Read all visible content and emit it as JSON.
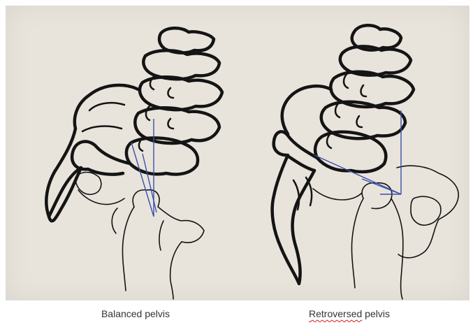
{
  "captions": {
    "left": "Balanced pelvis",
    "right_first": "Retroversed",
    "right_rest": " pelvis"
  },
  "colors": {
    "paper": "#e8e4dc",
    "ink": "#141414",
    "reference_lines": "#3a4fa8",
    "spellcheck_underline": "#d02020"
  }
}
